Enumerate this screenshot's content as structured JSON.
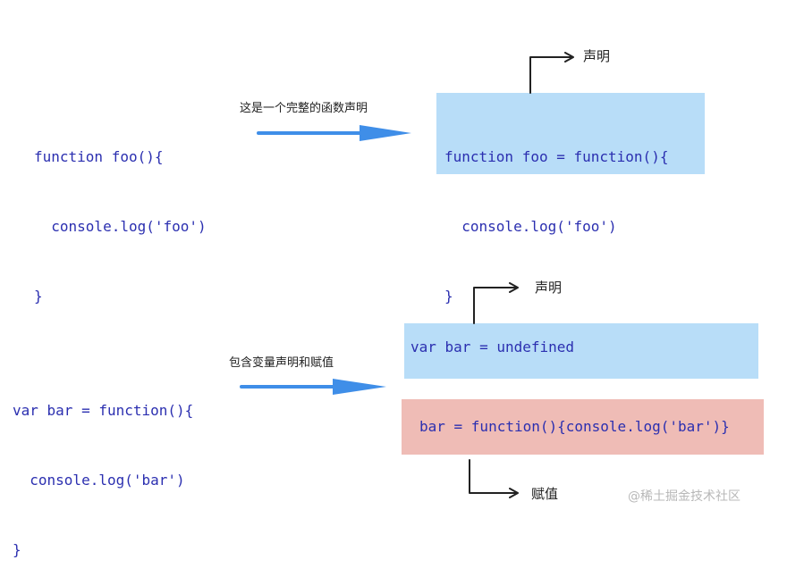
{
  "colors": {
    "code_text": "#2b2fb0",
    "declaration_box": "#b8ddf8",
    "assignment_box": "#efbcb6",
    "arrow": "#3f8ee8",
    "pointer": "#222222"
  },
  "example1": {
    "source_code": [
      "function foo(){",
      "  console.log('foo')",
      "}"
    ],
    "arrow_label": "这是一个完整的函数声明",
    "declaration_code": [
      "function foo = function(){",
      "  console.log('foo')",
      "}"
    ],
    "declaration_tag": "声明"
  },
  "example2": {
    "source_code": [
      "var bar = function(){",
      "  console.log('bar')",
      "}"
    ],
    "arrow_label": "包含变量声明和赋值",
    "declaration_code": "var bar = undefined",
    "declaration_tag": "声明",
    "assignment_code": "bar = function(){console.log('bar')}",
    "assignment_tag": "赋值"
  },
  "watermark": "@稀土掘金技术社区"
}
